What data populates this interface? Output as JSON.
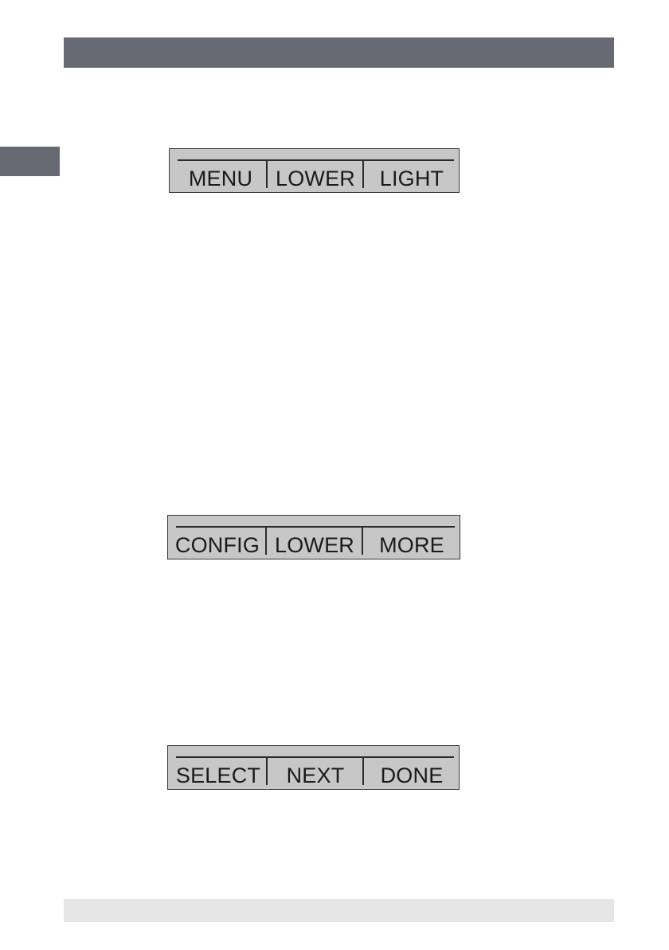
{
  "colors": {
    "header_bar": "#676a73",
    "side_tab": "#676a73",
    "footer_bar": "#e6e6e6",
    "lcd_background": "#c7c7c7",
    "lcd_line": "#2b2b2b"
  },
  "displays": [
    {
      "labels": [
        "MENU",
        "LOWER",
        "LIGHT"
      ]
    },
    {
      "labels": [
        "CONFIG",
        "LOWER",
        "MORE"
      ]
    },
    {
      "labels": [
        "SELECT",
        "NEXT",
        "DONE"
      ]
    }
  ]
}
